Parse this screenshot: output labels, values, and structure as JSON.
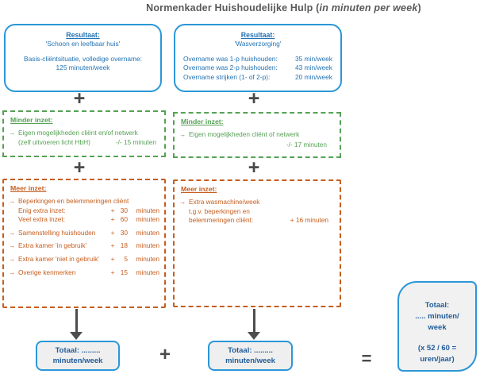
{
  "title": {
    "prefix": "Normenkader Huishoudelijke Hulp (",
    "italic": "in minuten per week",
    "suffix": ")"
  },
  "result_left": {
    "heading": "Resultaat:",
    "subheading": "'Schoon en leefbaar huis'",
    "line1": "Basis-cliëntsituatie, volledige overname:",
    "line2": "125 minuten/week"
  },
  "result_right": {
    "heading": "Resultaat:",
    "subheading": "'Wasverzorging'",
    "rows": [
      {
        "label": "Overname was 1-p huishouden:",
        "value": "35 min/week"
      },
      {
        "label": "Overname was 2-p huishouden:",
        "value": "43 min/week"
      },
      {
        "label": "Overname strijken (1- of 2-p):",
        "value": "20 min/week"
      }
    ]
  },
  "minder_left": {
    "heading": "Minder inzet:",
    "item_line1": "Eigen mogelijkheden cliënt en/of netwerk",
    "item_line2": "(zelf uitvoeren licht HbH)",
    "value": "-/- 15 minuten"
  },
  "minder_right": {
    "heading": "Minder inzet:",
    "item_line1": "Eigen mogelijkheden cliënt of netwerk",
    "value": "-/- 17 minuten"
  },
  "meer_left": {
    "heading": "Meer inzet:",
    "rows": [
      {
        "arrow": "→",
        "label": "Beperkingen en belemmeringen cliënt",
        "sign": "",
        "num": "",
        "unit": ""
      },
      {
        "arrow": "",
        "label": "Enig extra inzet:",
        "sign": "+",
        "num": "30",
        "unit": "minuten"
      },
      {
        "arrow": "",
        "label": "Veel extra inzet:",
        "sign": "+",
        "num": "60",
        "unit": "minuten"
      },
      {
        "arrow": "→",
        "label": "Samenstelling huishouden",
        "sign": "+",
        "num": "30",
        "unit": "minuten"
      },
      {
        "arrow": "→",
        "label": "Extra kamer 'in gebruik'",
        "sign": "+",
        "num": "18",
        "unit": "minuten"
      },
      {
        "arrow": "→",
        "label": "Extra kamer 'niet in gebruik'",
        "sign": "+",
        "num": "5",
        "unit": "minuten"
      },
      {
        "arrow": "→",
        "label": "Overige kenmerken",
        "sign": "+",
        "num": "15",
        "unit": "minuten"
      }
    ]
  },
  "meer_right": {
    "heading": "Meer inzet:",
    "line1": "Extra wasmachine/week",
    "line2": "t.g.v. beperkingen en",
    "line3": "belemmeringen cliënt:",
    "value": "+ 16 minuten"
  },
  "totaal_left": {
    "line1": "Totaal:  .........",
    "line2": "minuten/week"
  },
  "totaal_right": {
    "line1": "Totaal:  .........",
    "line2": "minuten/week"
  },
  "totaal_final": {
    "line1": "Totaal:",
    "line2": "..... minuten/",
    "line3": "week",
    "line4": "(x 52 / 60 =",
    "line5": "uren/jaar)"
  },
  "operators": {
    "plus": "+",
    "equals": "="
  },
  "icons": {
    "arrow_right": "→"
  },
  "colors": {
    "blue_border": "#2B97D8",
    "blue_text": "#2273B5",
    "navy_text": "#1F5C99",
    "green": "#55A155",
    "orange": "#C55E1F",
    "grey": "#4D4D4D",
    "totaal_bg": "#EFEFEF"
  }
}
